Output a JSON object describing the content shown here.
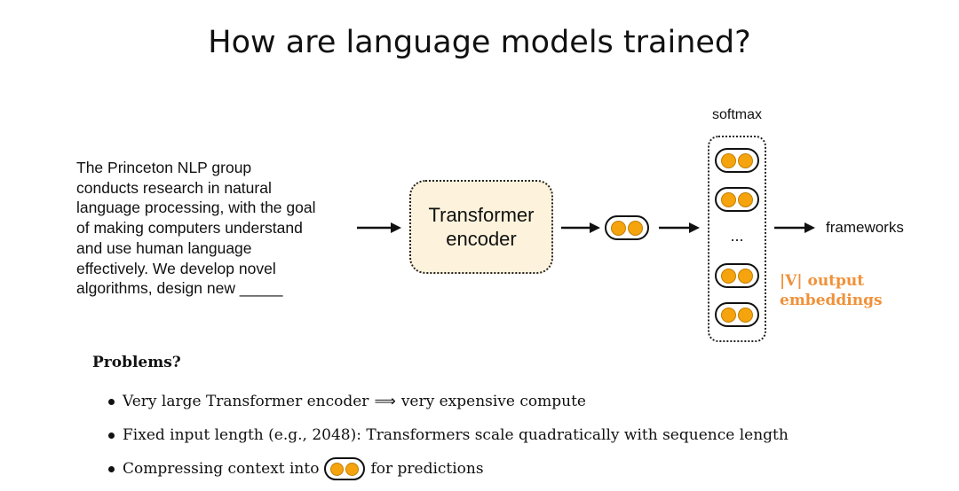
{
  "slide": {
    "title": "How are language models trained?"
  },
  "diagram": {
    "input_text": "The Princeton NLP group\nconducts research in natural\nlanguage processing, with the goal\nof making computers understand\nand use human language\neffectively. We develop novel\nalgorithms, design new _____",
    "encoder_label": "Transformer\nencoder",
    "softmax_label": "softmax",
    "ellipsis": "...",
    "output_word": "frameworks",
    "vocab_label": "|V| output\nembeddings",
    "colors": {
      "token_dot": "#f5a40e",
      "encoder_fill": "#fdf3dc",
      "vocab_label": "#f0913a"
    },
    "icons": [
      "arrow-right-icon",
      "embedding-pill-icon"
    ]
  },
  "problems": {
    "title": "Problems?",
    "items": [
      {
        "before": "Very large Transformer encoder",
        "implies": "⟹",
        "after": "very expensive compute"
      },
      {
        "text": "Fixed input length (e.g., 2048): Transformers scale quadratically with sequence length"
      },
      {
        "before": "Compressing context into",
        "after": "for predictions"
      }
    ]
  }
}
